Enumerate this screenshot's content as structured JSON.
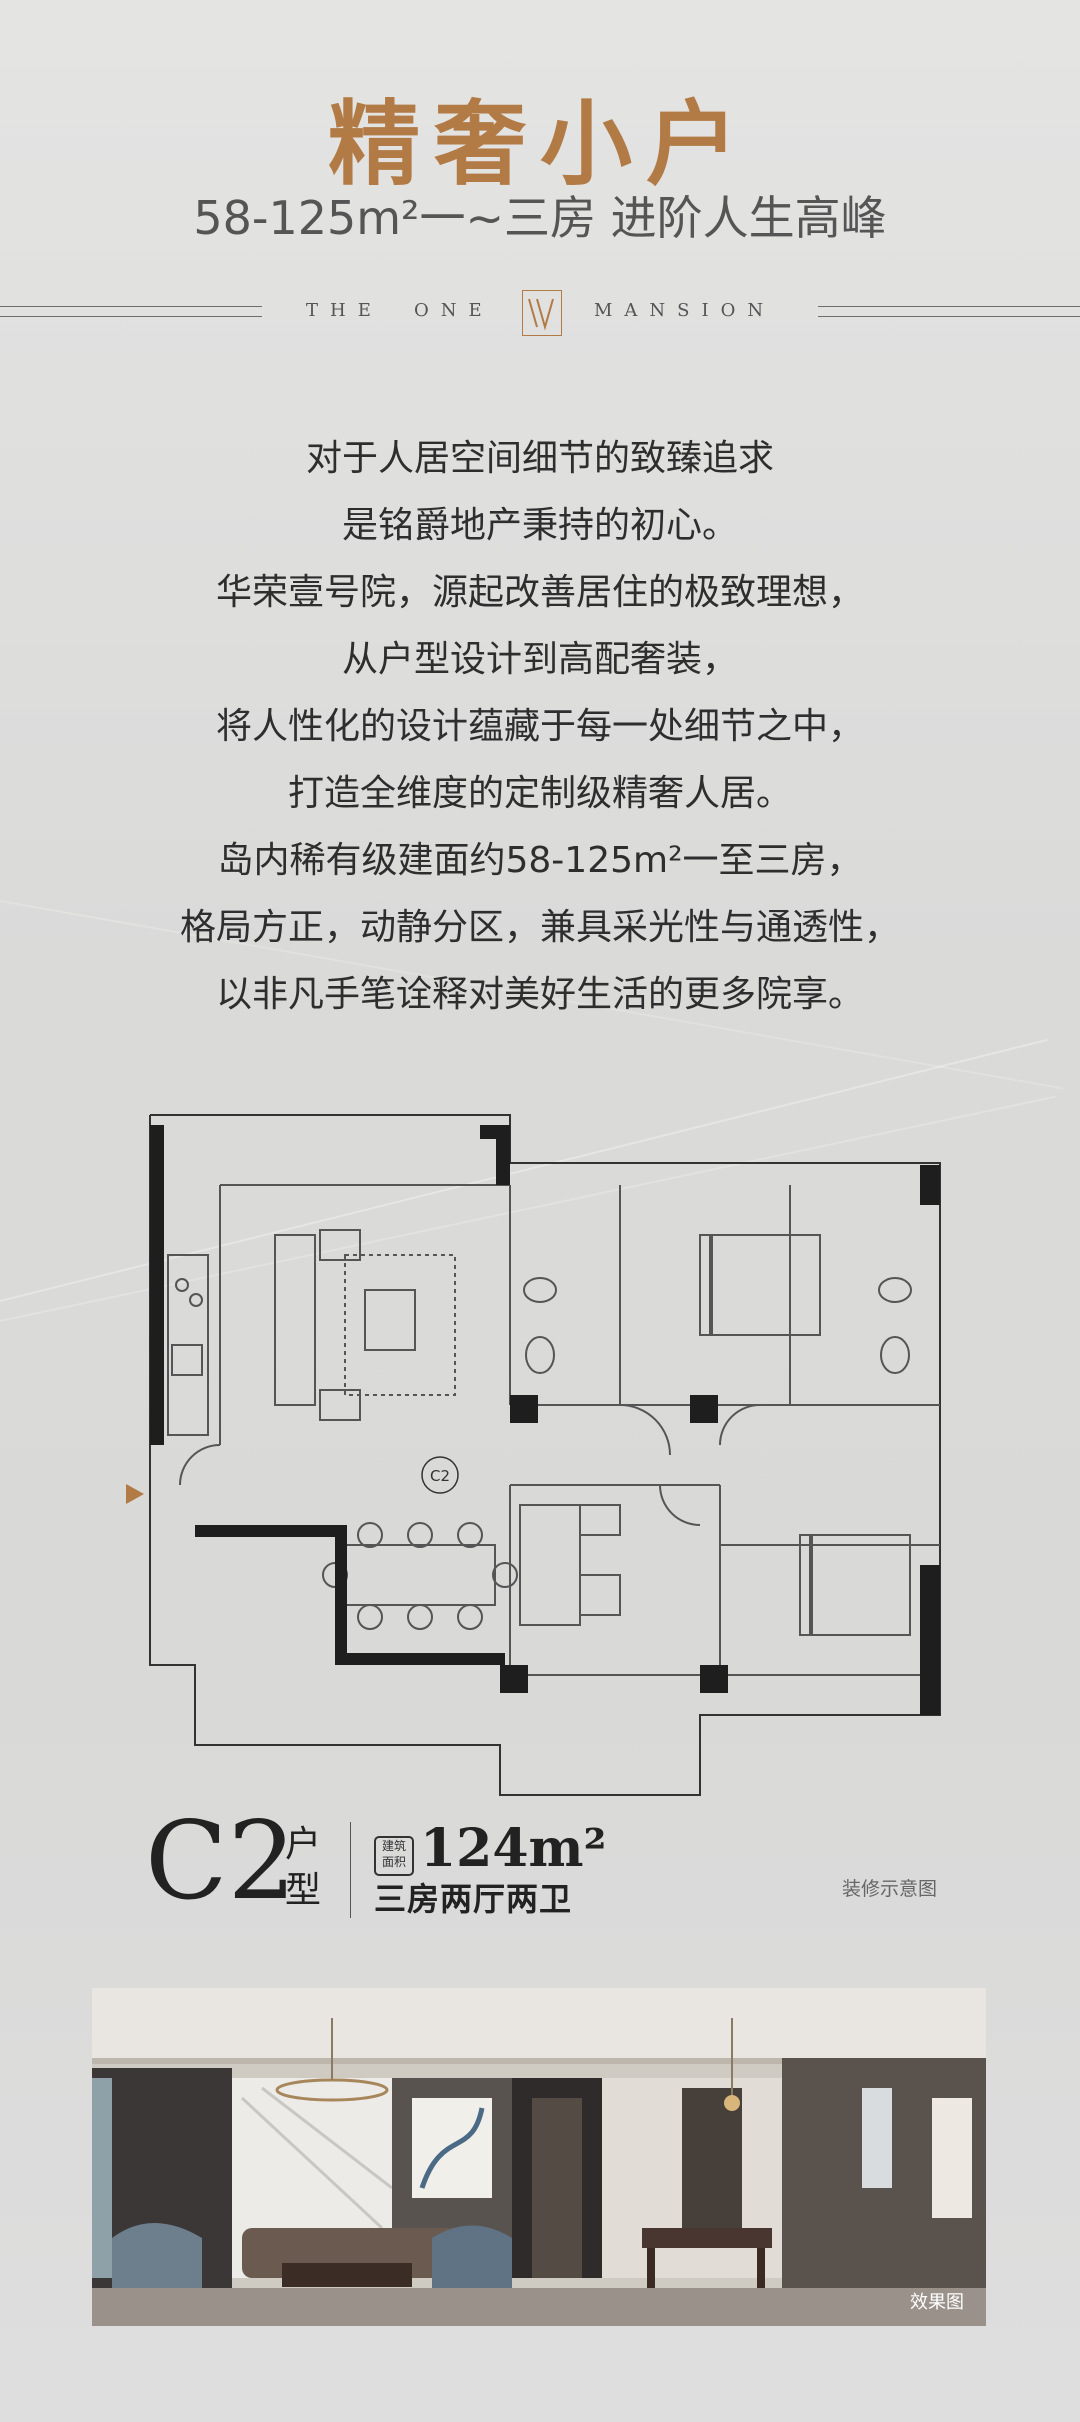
{
  "header": {
    "title": "精奢小户",
    "subtitle": "58-125m²一~三房  进阶人生高峰"
  },
  "brand": {
    "words": [
      "THE",
      "ONE",
      "MANSION"
    ]
  },
  "intro": {
    "lines": [
      "对于人居空间细节的致臻追求",
      "是铭爵地产秉持的初心。",
      "华荣壹号院，源起改善居住的极致理想，",
      "从户型设计到高配奢装，",
      "将人性化的设计蕴藏于每一处细节之中，",
      "打造全维度的定制级精奢人居。",
      "岛内稀有级建面约58-125m²一至三房，",
      "格局方正，动静分区，兼具采光性与通透性，",
      "以非凡手笔诠释对美好生活的更多院享。"
    ]
  },
  "floorplan": {
    "room_label": "C2"
  },
  "unit": {
    "code": "C2",
    "type_label_1": "户",
    "type_label_2": "型",
    "area_badge_1": "建筑",
    "area_badge_2": "面积",
    "area": "124m²",
    "layout": "三房两厅两卫",
    "decor_note": "装修示意图"
  },
  "photo": {
    "caption": "效果图"
  },
  "colors": {
    "accent": "#b27a45",
    "text": "#2b2b2b"
  }
}
